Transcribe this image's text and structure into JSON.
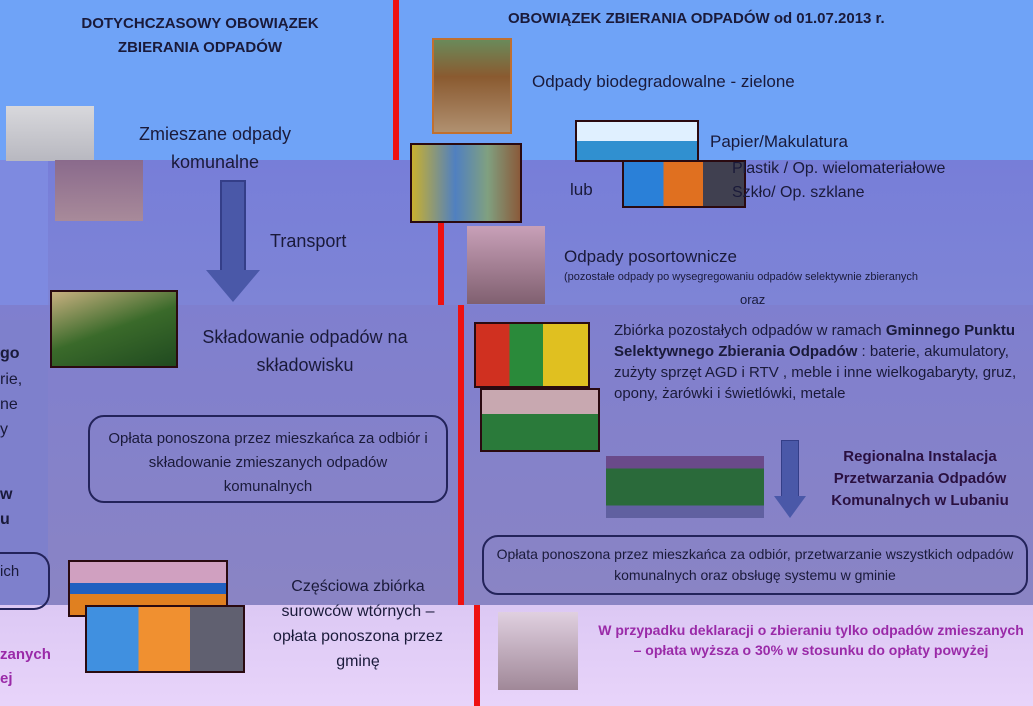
{
  "left": {
    "heading": "DOTYCHCZASOWY OBOWIĄZEK ZBIERANIA ODPADÓW",
    "mixed_waste": "Zmieszane odpady komunalne",
    "transport": "Transport",
    "landfill": "Składowanie odpadów na składowisku",
    "fee_box": "Opłata ponoszona przez mieszkańca za odbiór i składowanie zmieszanych odpadów komunalnych",
    "partial": "Częściowa zbiórka surowców wtórnych – opłata ponoszona przez gminę",
    "fragments": [
      "go",
      "rie,",
      "ne",
      "y",
      "w",
      "u",
      "ich",
      "zanych",
      "ej"
    ]
  },
  "right": {
    "heading": "OBOWIĄZEK ZBIERANIA ODPADÓW od 01.07.2013 r.",
    "bio": "Odpady biodegradowalne - zielone",
    "paper": "Papier/Makulatura",
    "plastic": "Plastik / Op. wielomateriałowe",
    "glass": "Szkło/ Op. szklane",
    "or": "lub",
    "residual": "Odpady posortownicze",
    "residual_note": "(pozostałe odpady po wysegregowaniu odpadów selektywnie zbieranych",
    "and": "oraz",
    "pszok_1": "Zbiórka  pozostałych odpadów w ramach ",
    "pszok_b1": "Gminnego",
    "pszok_b2": "Punktu Selektywnego Zbierania Odpadów",
    "pszok_2": " : baterie,",
    "pszok_3": "akumulatory, zużyty sprzęt AGD i RTV , meble i inne",
    "pszok_4": "wielkogabaryty, gruz, opony, żarówki i świetlówki,",
    "pszok_5": "metale",
    "rip": "Regionalna Instalacja Przetwarzania Odpadów Komunalnych w Lubaniu",
    "fee_box": "Opłata ponoszona przez mieszkańca za odbiór, przetwarzanie wszystkich odpadów komunalnych oraz obsługę systemu w gminie",
    "penalty_1": "W przypadku deklaracji o zbieraniu tylko odpadów zmieszanych",
    "penalty_2": "– opłata wyższa o 30% w stosunku do opłaty powyżej"
  }
}
